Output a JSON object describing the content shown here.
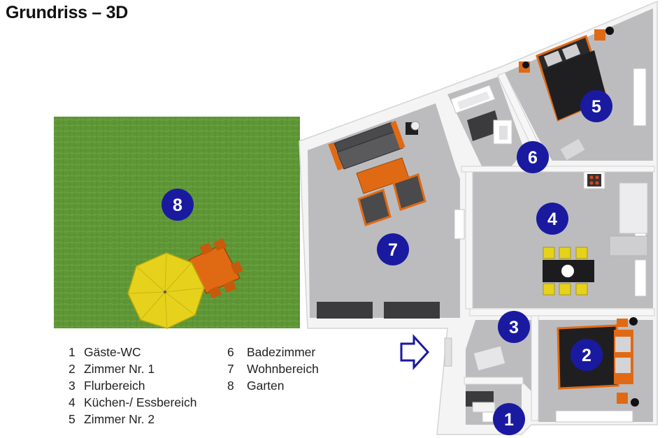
{
  "title": "Grundriss – 3D",
  "colors": {
    "marker": "#1a1aa0",
    "floor": "#bcbcbf",
    "wall": "#f4f4f4",
    "grass": "#5e9636",
    "furniture_orange": "#e06a14",
    "umbrella": "#e6d21c",
    "dark": "#3b3b3d"
  },
  "legend": {
    "left": [
      {
        "num": "1",
        "label": "Gäste-WC"
      },
      {
        "num": "2",
        "label": "Zimmer Nr. 1"
      },
      {
        "num": "3",
        "label": "Flurbereich"
      },
      {
        "num": "4",
        "label": "Küchen-/ Essbereich"
      },
      {
        "num": "5",
        "label": "Zimmer Nr. 2"
      }
    ],
    "right": [
      {
        "num": "6",
        "label": "Badezimmer"
      },
      {
        "num": "7",
        "label": "Wohnbereich"
      },
      {
        "num": "8",
        "label": "Garten"
      }
    ]
  },
  "markers": [
    {
      "num": "1"
    },
    {
      "num": "2"
    },
    {
      "num": "3"
    },
    {
      "num": "4"
    },
    {
      "num": "5"
    },
    {
      "num": "6"
    },
    {
      "num": "7"
    },
    {
      "num": "8"
    }
  ],
  "icons": {
    "entrance": "entrance-arrow-icon"
  }
}
